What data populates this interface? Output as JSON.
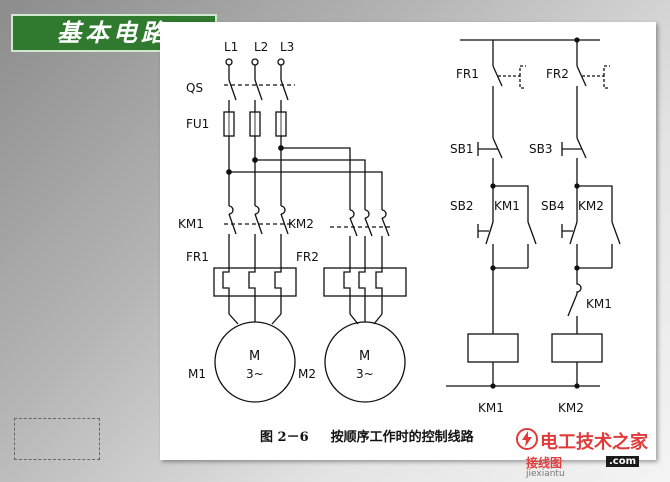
{
  "slide": {
    "title": "基本电路",
    "colors": {
      "title_bg": "#2f7a2f",
      "title_text": "#ffffff",
      "watermark": "#e03a3a"
    }
  },
  "diagram": {
    "line_labels": [
      "L1",
      "L2",
      "L3"
    ],
    "labels": {
      "qs": "QS",
      "fu1": "FU1",
      "km1_main": "KM1",
      "km2_main": "KM2",
      "fr1_main": "FR1",
      "fr2_main": "FR2",
      "motor_symbol": "M",
      "motor_phase": "3~",
      "m1": "M1",
      "m2": "M2"
    },
    "control": {
      "fr1": "FR1",
      "fr2": "FR2",
      "sb1": "SB1",
      "sb3": "SB3",
      "sb2": "SB2",
      "sb4": "SB4",
      "km1_aux": "KM1",
      "km2_aux": "KM2",
      "km1_interlock": "KM1",
      "coil_km1": "KM1",
      "coil_km2": "KM2"
    },
    "caption": {
      "number": "图 2－6",
      "text": "按顺序工作时的控制线路"
    }
  },
  "watermark": {
    "brand": "电工技术之家",
    "sub": "接线图",
    "dot_com": ".com",
    "url": "jiexiantu"
  }
}
